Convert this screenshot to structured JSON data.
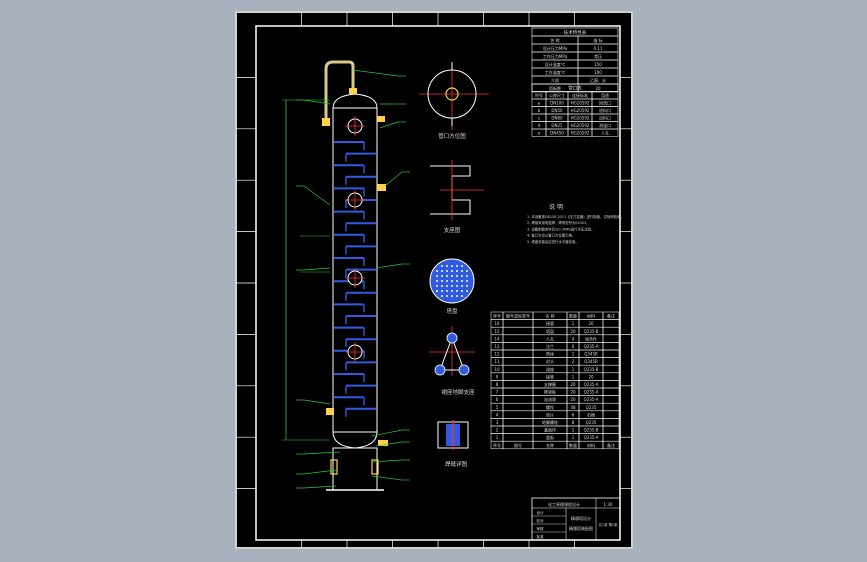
{
  "colors": {
    "background": "#a8b1bd",
    "sheet": "#000000",
    "frame": "#ffffff",
    "tray": "#2f5be0",
    "leader": "#27c93a",
    "nozzle": "#ffd24a",
    "dim": "#ff3030",
    "text": "#d8d8d8"
  },
  "views": {
    "top_view_label": "管口方位图",
    "detail_a_label": "支座图",
    "tray_plate_label": "塔盘",
    "support_detail_label": "裙座地脚支座",
    "weld_detail_label": "焊缝详图"
  },
  "notes": {
    "title": "说 明",
    "lines": [
      "1. 本设备按GB150-2011《压力容器》进行制造、试验和验收。",
      "2. 焊接采用电弧焊，焊条型号为E4303。",
      "3. 设备制造完毕后以0.3MPa进行水压试验。",
      "4. 管口方位以管口方位图为准。",
      "5. 塔盘安装后应进行水平度检验。"
    ]
  },
  "tech_table": {
    "title": "技术特性表",
    "header": [
      "名 称",
      "指 标"
    ],
    "rows": [
      [
        "设计压力MPa",
        "0.11"
      ],
      [
        "工作压力MPa",
        "常压"
      ],
      [
        "设计温度℃",
        "150"
      ],
      [
        "工作温度℃",
        "100"
      ],
      [
        "介质",
        "乙醇、水"
      ],
      [
        "塔板数",
        "20"
      ]
    ]
  },
  "nozzle_table": {
    "title": "管口表",
    "header": [
      "符号",
      "公称尺寸",
      "连接标准",
      "用途"
    ],
    "rows": [
      [
        "a",
        "DN100",
        "HG20592",
        "回流口"
      ],
      [
        "b",
        "DN50",
        "HG20592",
        "进料口"
      ],
      [
        "c",
        "DN80",
        "HG20592",
        "出料口"
      ],
      [
        "d",
        "DN25",
        "HG20592",
        "测温口"
      ],
      [
        "e",
        "DN450",
        "HG20592",
        "人孔"
      ]
    ]
  },
  "parts_table": {
    "header": [
      "序号",
      "图号或标准号",
      "名 称",
      "数量",
      "材料",
      "备注"
    ],
    "rows": [
      [
        "16",
        "",
        "接管",
        "1",
        "20",
        ""
      ],
      [
        "15",
        "",
        "塔盘",
        "20",
        "Q235-B",
        ""
      ],
      [
        "14",
        "",
        "人孔",
        "4",
        "组合件",
        ""
      ],
      [
        "13",
        "",
        "法兰",
        "6",
        "Q235-A",
        ""
      ],
      [
        "12",
        "",
        "筒体",
        "1",
        "Q345R",
        ""
      ],
      [
        "11",
        "",
        "封头",
        "2",
        "Q345R",
        ""
      ],
      [
        "10",
        "",
        "裙座",
        "1",
        "Q235-B",
        ""
      ],
      [
        "9",
        "",
        "接管",
        "1",
        "20",
        ""
      ],
      [
        "8",
        "",
        "支撑圈",
        "20",
        "Q235-A",
        ""
      ],
      [
        "7",
        "",
        "降液板",
        "20",
        "Q235-A",
        ""
      ],
      [
        "6",
        "",
        "溢流堰",
        "20",
        "Q235-A",
        ""
      ],
      [
        "5",
        "",
        "螺栓",
        "48",
        "Q235",
        ""
      ],
      [
        "4",
        "",
        "垫片",
        "6",
        "石棉",
        ""
      ],
      [
        "3",
        "",
        "地脚螺栓",
        "8",
        "Q235",
        ""
      ],
      [
        "2",
        "",
        "基础环",
        "1",
        "Q235-B",
        ""
      ],
      [
        "1",
        "",
        "盖板",
        "1",
        "Q235-A",
        ""
      ]
    ],
    "footer": [
      "序号",
      "图号",
      "名称",
      "数量",
      "材料",
      "备注"
    ]
  },
  "title_block": {
    "project": "精馏塔设计",
    "drawing_title": "精馏塔装配图",
    "scale": "1:30",
    "sheet": "共1张 第1张",
    "roles": [
      "设计",
      "校对",
      "审核",
      "批准"
    ],
    "school": "化工原理课程设计"
  }
}
